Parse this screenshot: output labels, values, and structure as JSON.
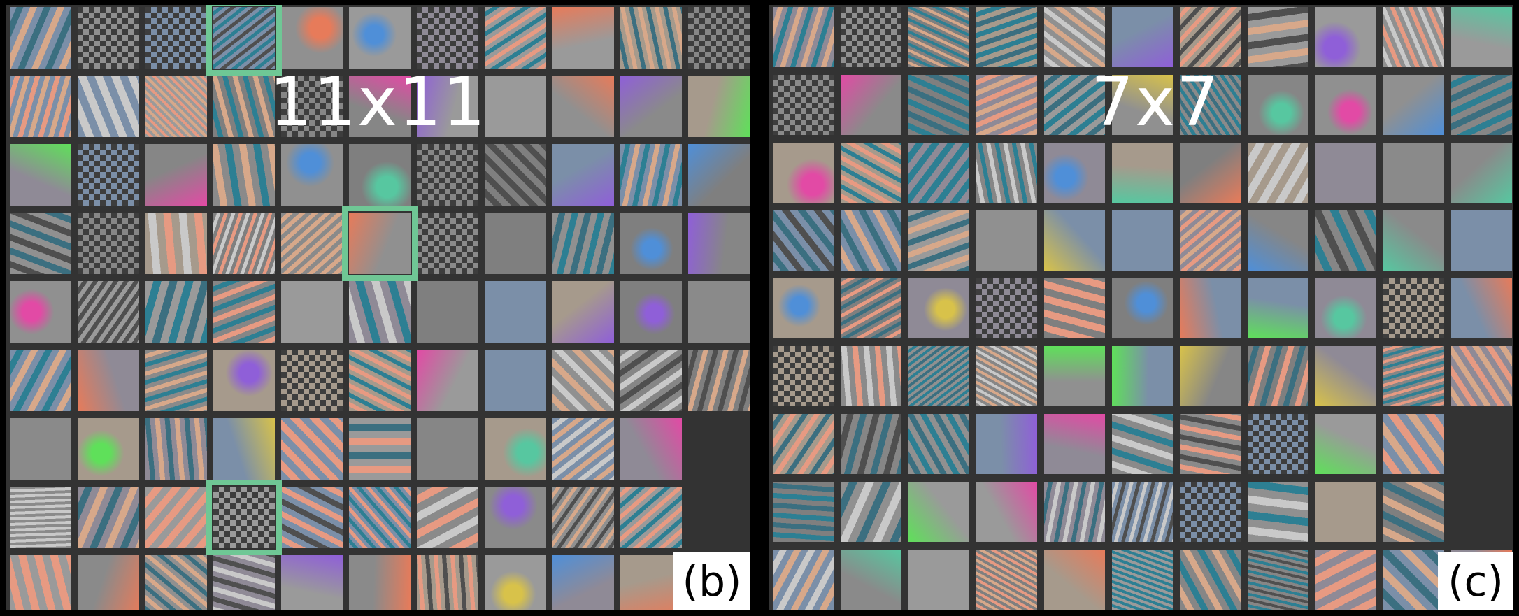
{
  "panels": [
    {
      "id": "b",
      "kernel_label": "11x11",
      "tag": "(b)",
      "rows": 9,
      "cols": 11,
      "empty_cells": [
        76,
        87,
        98
      ],
      "highlighted_cells": [
        3,
        38,
        80
      ],
      "highlight_color": "#6fc795"
    },
    {
      "id": "c",
      "kernel_label": "7x7",
      "tag": "(c)",
      "rows": 9,
      "cols": 11,
      "empty_cells": [
        76,
        87
      ],
      "highlighted_cells": [],
      "highlight_color": "#6fc795"
    }
  ],
  "colors": {
    "background": "#000000",
    "grid_gap": "#333333",
    "label": "#ffffff"
  }
}
